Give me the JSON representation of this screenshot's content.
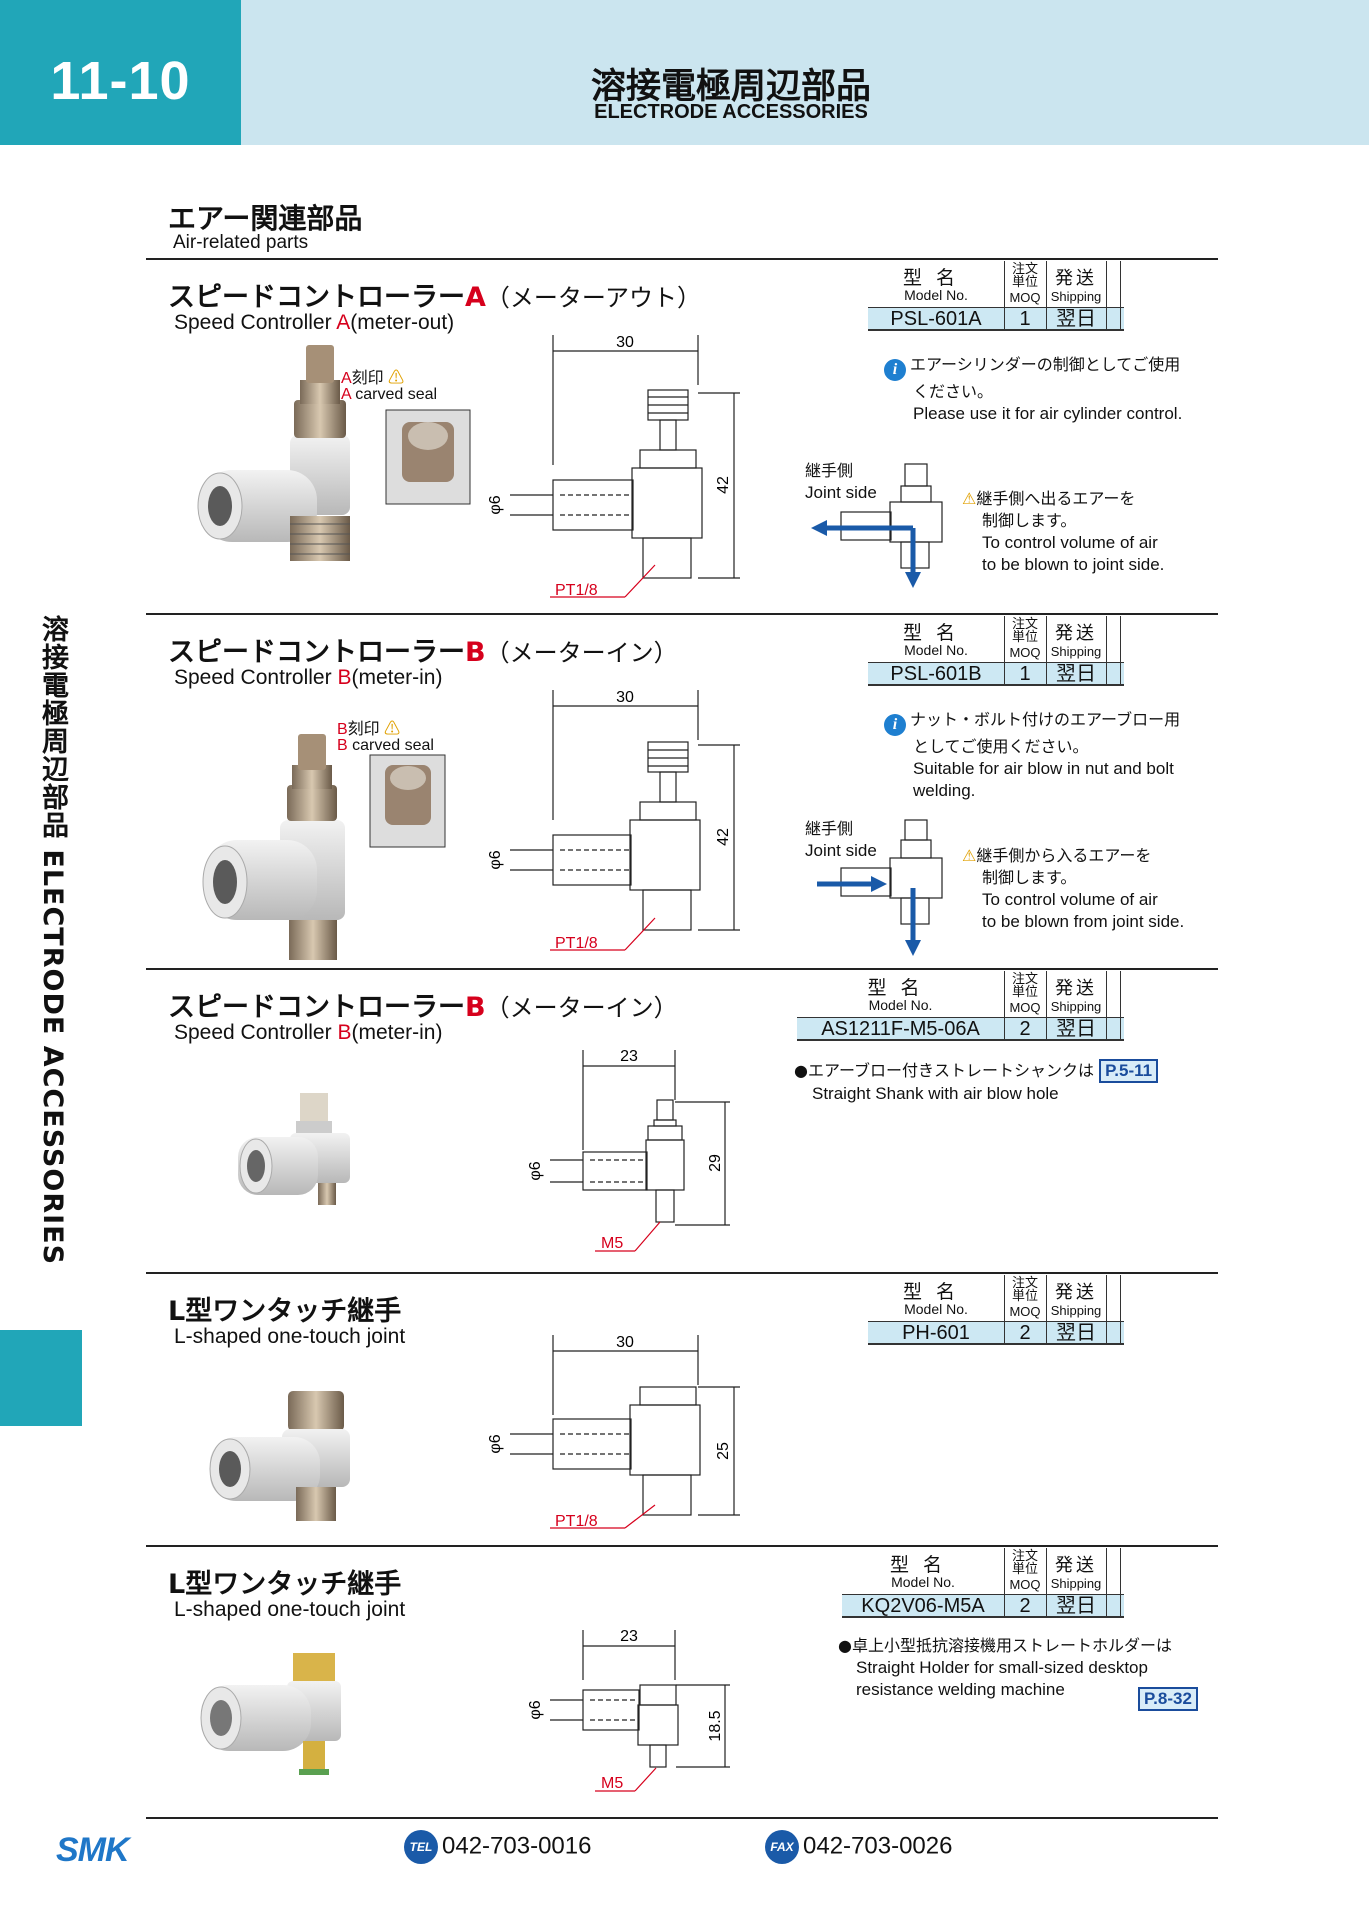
{
  "header": {
    "page_number": "11-10",
    "title_jp": "溶接電極周辺部品",
    "title_en": "ELECTRODE ACCESSORIES"
  },
  "side_tab": {
    "text": "溶接電極周辺部品 ELECTRODE ACCESSORIES"
  },
  "section": {
    "title_jp": "エアー関連部品",
    "title_en": "Air-related parts"
  },
  "table_headers": {
    "model_jp": "型名",
    "model_en": "Model No.",
    "moq_jp_1": "注文",
    "moq_jp_2": "単位",
    "moq_en": "MOQ",
    "ship_jp": "発送",
    "ship_en": "Shipping"
  },
  "products": [
    {
      "name_jp": "スピードコントローラー",
      "letter": "A",
      "suffix_jp": "（メーターアウト）",
      "name_en_pre": "Speed Controller ",
      "name_en_letter": "A",
      "name_en_post": "(meter-out)",
      "model": "PSL-601A",
      "moq": "1",
      "shipping": "翌日",
      "seal_jp": "刻印",
      "seal_en": "carved seal",
      "info_jp_1": "エアーシリンダーの制御としてご使用",
      "info_jp_2": "ください。",
      "info_en_1": "Please use it for air cylinder control.",
      "joint_jp": "継手側",
      "joint_en": "Joint side",
      "warn_jp_1": "継手側へ出るエアーを",
      "warn_jp_2": "制御します。",
      "warn_en_1": "To control volume of air",
      "warn_en_2": "to be blown to joint side.",
      "dim_w": "30",
      "dim_h": "42",
      "dim_d": "φ6",
      "thread": "PT1/8"
    },
    {
      "name_jp": "スピードコントローラー",
      "letter": "B",
      "suffix_jp": "（メーターイン）",
      "name_en_pre": "Speed Controller ",
      "name_en_letter": "B",
      "name_en_post": "(meter-in)",
      "model": "PSL-601B",
      "moq": "1",
      "shipping": "翌日",
      "seal_jp": "刻印",
      "seal_en": "carved seal",
      "info_jp_1": "ナット・ボルト付けのエアーブロー用",
      "info_jp_2": "としてご使用ください。",
      "info_en_1": "Suitable for air blow in nut and bolt",
      "info_en_2": "welding.",
      "joint_jp": "継手側",
      "joint_en": "Joint side",
      "warn_jp_1": "継手側から入るエアーを",
      "warn_jp_2": "制御します。",
      "warn_en_1": "To control volume of air",
      "warn_en_2": "to be blown from joint side.",
      "dim_w": "30",
      "dim_h": "42",
      "dim_d": "φ6",
      "thread": "PT1/8"
    },
    {
      "name_jp": "スピードコントローラー",
      "letter": "B",
      "suffix_jp": "（メーターイン）",
      "name_en_pre": "Speed Controller ",
      "name_en_letter": "B",
      "name_en_post": "(meter-in)",
      "model": "AS1211F-M5-06A",
      "moq": "2",
      "shipping": "翌日",
      "note_jp": "●エアーブロー付きストレートシャンクは",
      "note_ref": "P.5-11",
      "note_en": "Straight Shank with air blow hole",
      "dim_w": "23",
      "dim_h": "29",
      "dim_d": "φ6",
      "thread": "M5"
    },
    {
      "name_jp": "L型ワンタッチ継手",
      "name_en": "L-shaped one-touch joint",
      "model": "PH-601",
      "moq": "2",
      "shipping": "翌日",
      "dim_w": "30",
      "dim_h": "25",
      "dim_d": "φ6",
      "thread": "PT1/8"
    },
    {
      "name_jp": "L型ワンタッチ継手",
      "name_en": "L-shaped one-touch joint",
      "model": "KQ2V06-M5A",
      "moq": "2",
      "shipping": "翌日",
      "note_jp": "●卓上小型抵抗溶接機用ストレートホルダーは",
      "note_en_1": "Straight Holder for small-sized desktop",
      "note_en_2": "resistance welding machine",
      "note_ref": "P.8-32",
      "dim_w": "23",
      "dim_h": "18.5",
      "dim_d": "φ6",
      "thread": "M5"
    }
  ],
  "footer": {
    "logo": "SMK",
    "tel_badge": "TEL",
    "tel": "042-703-0016",
    "fax_badge": "FAX",
    "fax": "042-703-0026"
  },
  "colors": {
    "teal": "#21a6b8",
    "light_blue": "#cbe5ef",
    "red": "#d6001c",
    "arrow_blue": "#1a5aa8"
  }
}
